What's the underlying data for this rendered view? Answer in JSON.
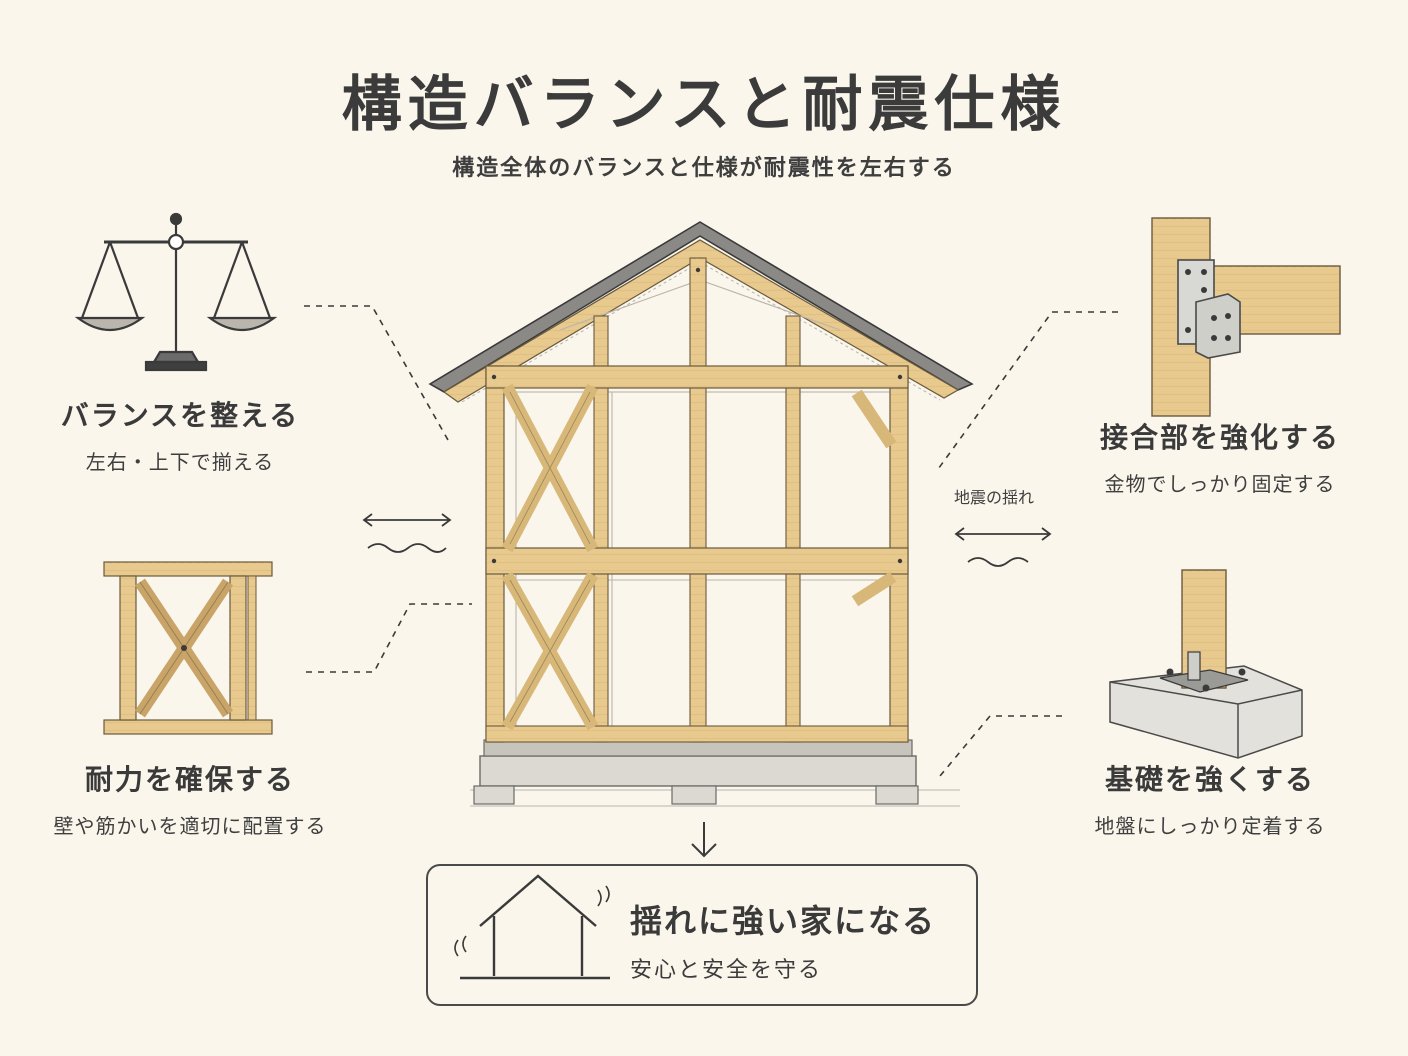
{
  "title": "構造バランスと耐震仕様",
  "subtitle": "構造全体のバランスと仕様が耐震性を左右する",
  "left_top": {
    "heading": "バランスを整える",
    "caption": "左右・上下で揃える",
    "icon": "balance-scale-icon"
  },
  "left_bottom": {
    "heading": "耐力を確保する",
    "caption": "壁や筋かいを適切に配置する",
    "icon": "braced-wall-icon"
  },
  "right_top": {
    "heading": "接合部を強化する",
    "caption": "金物でしっかり固定する",
    "icon": "metal-joint-icon"
  },
  "right_bottom": {
    "heading": "基礎を強くする",
    "caption": "地盤にしっかり定着する",
    "icon": "foundation-icon"
  },
  "quake_label": "地震の揺れ",
  "result": {
    "title": "揺れに強い家になる",
    "caption": "安心と安全を守る",
    "icon": "house-icon"
  },
  "colors": {
    "background": "#faf6ec",
    "wood": "#e8c98e",
    "wood_dark": "#c9a468",
    "ink": "#3a3a3a",
    "concrete": "#d9d6cf"
  }
}
